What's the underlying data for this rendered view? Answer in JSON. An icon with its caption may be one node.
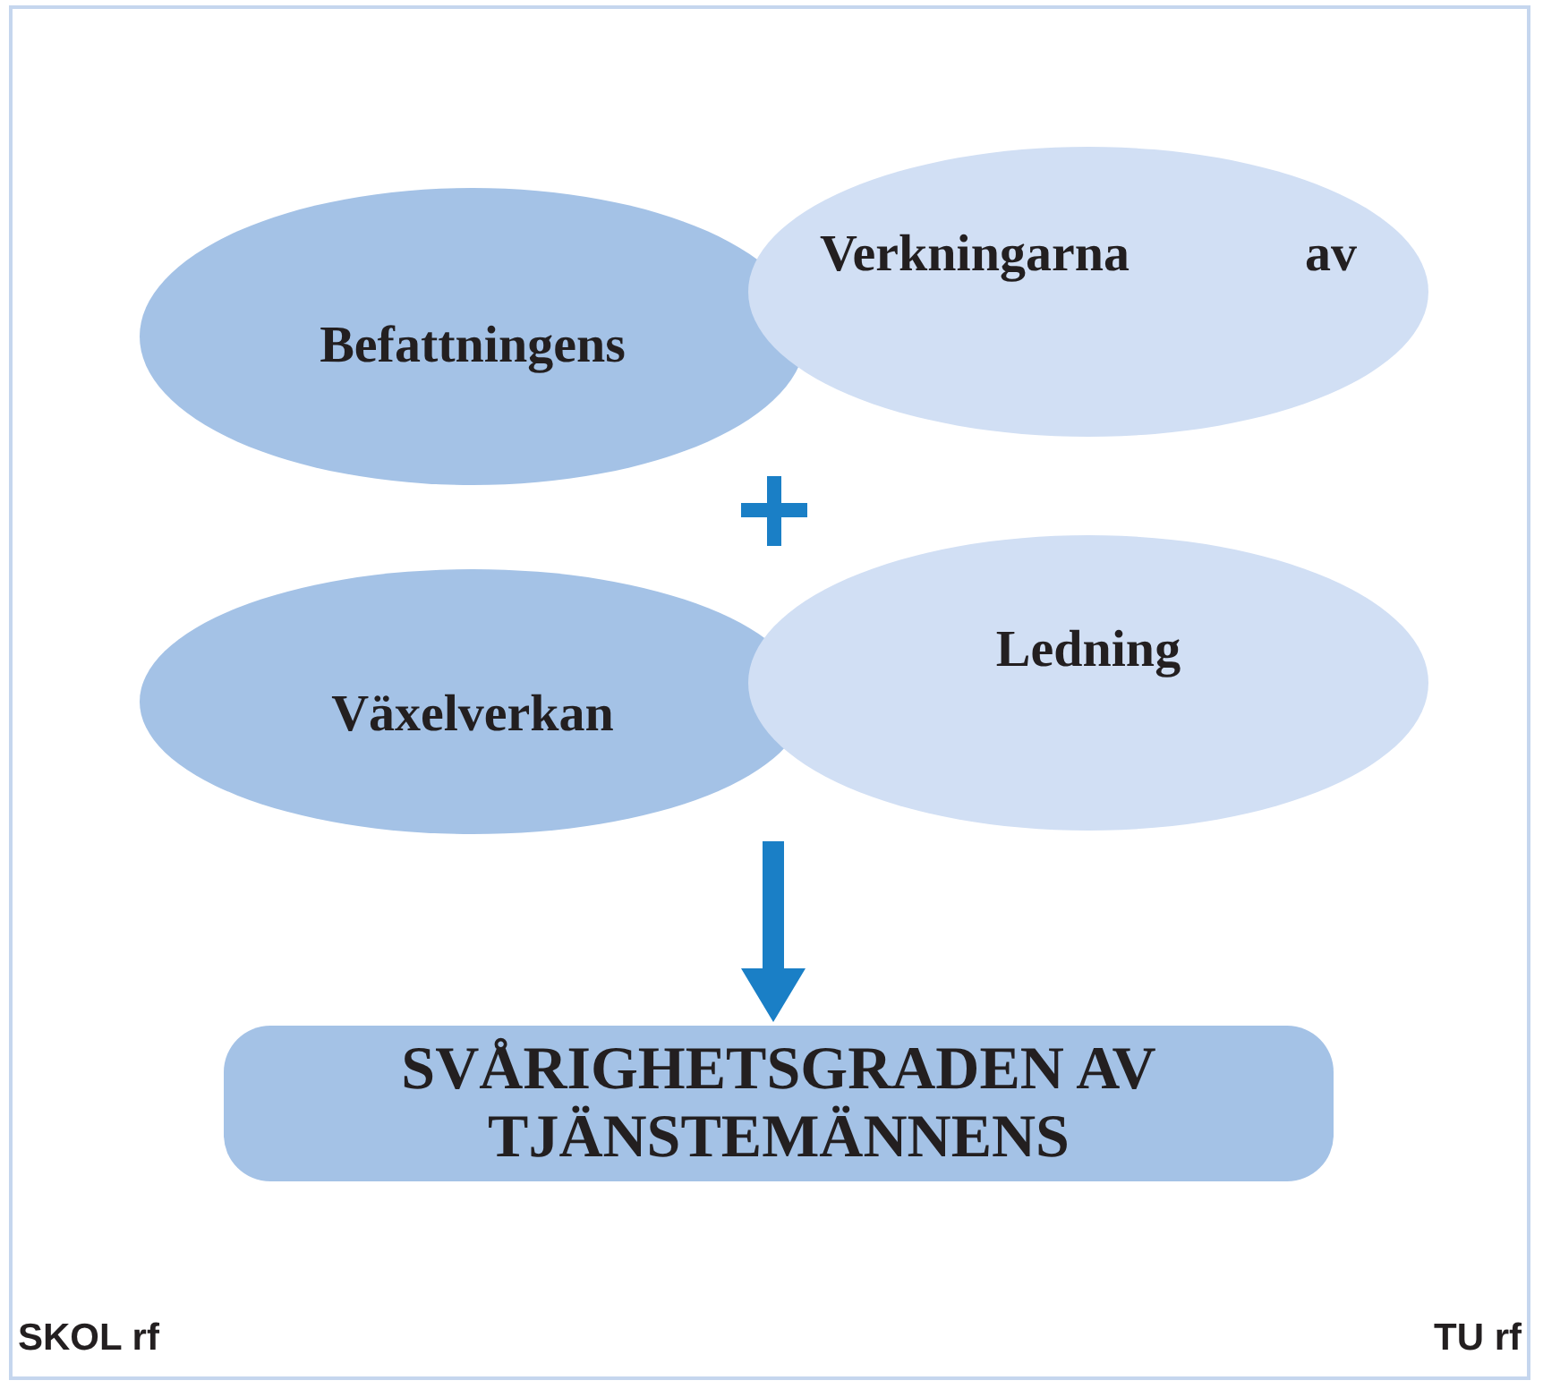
{
  "diagram": {
    "nodes": [
      {
        "text": [
          "Befattningens"
        ]
      },
      {
        "text": [
          "Verkningarna av"
        ]
      },
      {
        "text": [
          "Växelverkan"
        ]
      },
      {
        "text": [
          "Ledning"
        ]
      },
      {
        "text": [
          "SVÅRIGHETSGRADEN AV TJÄNSTEMÄNNENS"
        ]
      }
    ],
    "edges": [
      {
        "from": null,
        "to": 4,
        "arrow": "to",
        "style": "thick",
        "color": "#1a7fc6"
      }
    ],
    "labels": [
      "SKOL rf",
      "TU rf"
    ]
  }
}
